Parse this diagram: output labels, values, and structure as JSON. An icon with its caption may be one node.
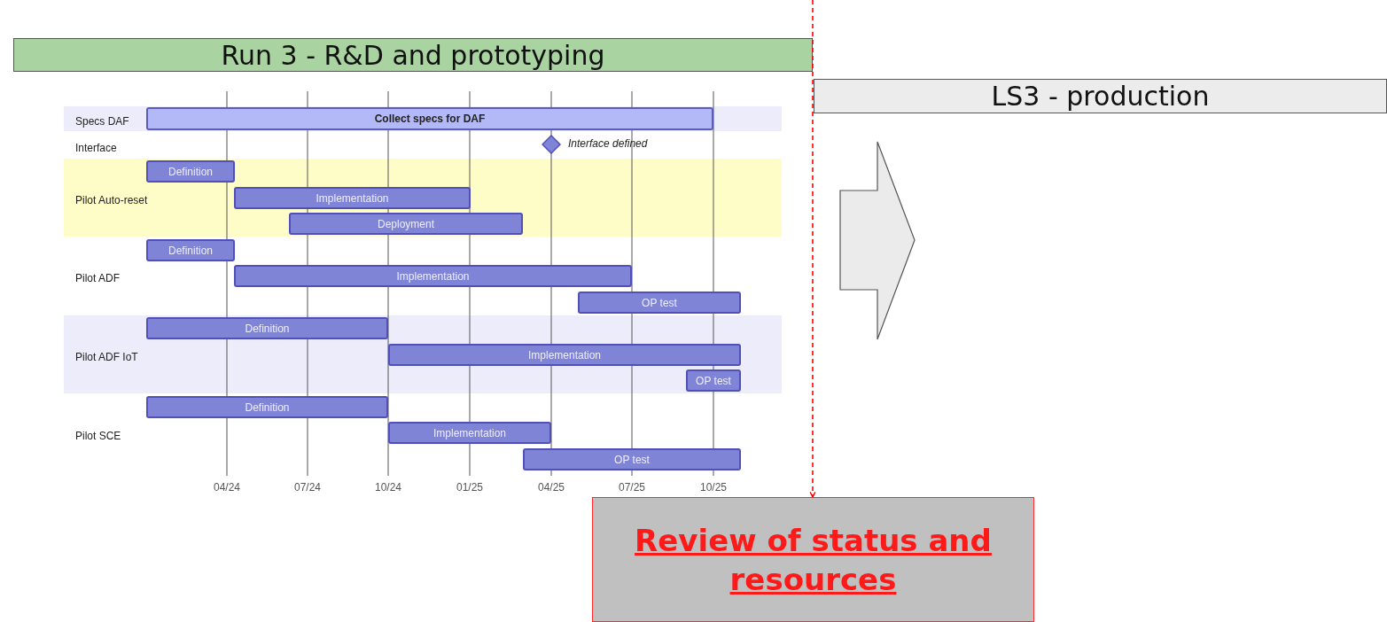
{
  "diagram": {
    "nodes": [
      {
        "text": [
          "Run 3 - R&D and prototyping"
        ]
      },
      {
        "text": [
          "LS3 - production"
        ]
      },
      {
        "text": [
          "Collect specs for DAF"
        ]
      },
      {
        "text": [],
        "shape": "diamond",
        "beside": [
          "Interface defined"
        ]
      },
      {
        "text": [
          "Definition"
        ]
      },
      {
        "text": [
          "Implementation"
        ]
      },
      {
        "text": [
          "Deployment"
        ]
      },
      {
        "text": [
          "Definition"
        ]
      },
      {
        "text": [
          "Implementation"
        ]
      },
      {
        "text": [
          "OP test"
        ]
      },
      {
        "text": [
          "Definition"
        ]
      },
      {
        "text": [
          "Implementation"
        ]
      },
      {
        "text": [
          "OP test"
        ]
      },
      {
        "text": [
          "Definition"
        ]
      },
      {
        "text": [
          "Implementation"
        ]
      },
      {
        "text": [
          "OP test"
        ]
      },
      {
        "text": [
          "Review of status and resources"
        ]
      }
    ],
    "edges": [
      {
        "from": null,
        "to": 16,
        "arrow": "to",
        "style": "dashed",
        "color": "#ff0000"
      }
    ],
    "labels": [
      "Specs DAF",
      "Interface",
      "Pilot Auto-reset",
      "Pilot ADF",
      "Pilot ADF IoT",
      "Pilot SCE",
      "04/24",
      "07/24",
      "10/24",
      "01/25",
      "04/25",
      "07/25",
      "10/25"
    ]
  }
}
